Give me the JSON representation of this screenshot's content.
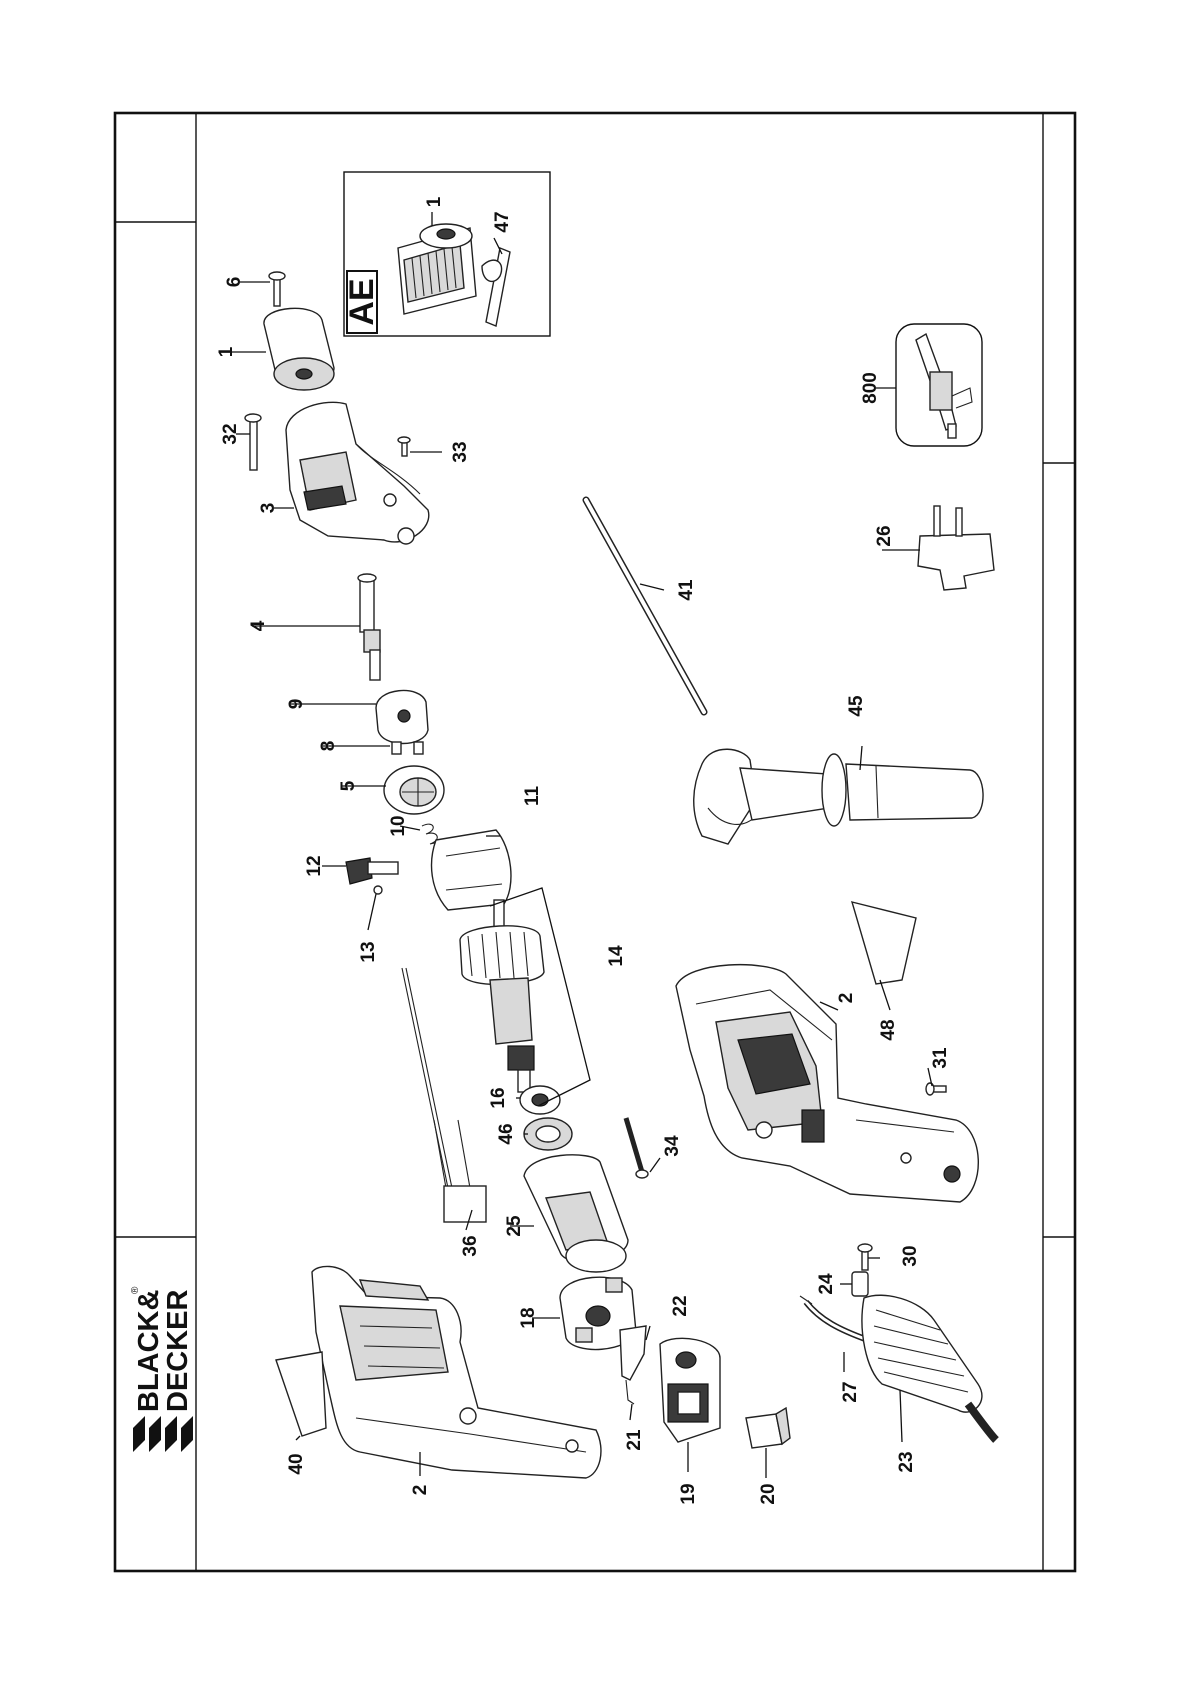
{
  "brand": {
    "line1": "BLACK&",
    "line2": "DECKER",
    "registered": "®"
  },
  "inset": {
    "tag": "AE"
  },
  "parts": [
    {
      "id": "p1",
      "label": "1"
    },
    {
      "id": "p6",
      "label": "6"
    },
    {
      "id": "p32",
      "label": "32"
    },
    {
      "id": "p3",
      "label": "3"
    },
    {
      "id": "p33",
      "label": "33"
    },
    {
      "id": "p4",
      "label": "4"
    },
    {
      "id": "p9",
      "label": "9"
    },
    {
      "id": "p8",
      "label": "8"
    },
    {
      "id": "p5",
      "label": "5"
    },
    {
      "id": "p10",
      "label": "10"
    },
    {
      "id": "p11",
      "label": "11"
    },
    {
      "id": "p12",
      "label": "12"
    },
    {
      "id": "p13",
      "label": "13"
    },
    {
      "id": "p14",
      "label": "14"
    },
    {
      "id": "p16",
      "label": "16"
    },
    {
      "id": "p46",
      "label": "46"
    },
    {
      "id": "p36",
      "label": "36"
    },
    {
      "id": "p25",
      "label": "25"
    },
    {
      "id": "p34",
      "label": "34"
    },
    {
      "id": "p2a",
      "label": "2"
    },
    {
      "id": "p48",
      "label": "48"
    },
    {
      "id": "p31",
      "label": "31"
    },
    {
      "id": "p41",
      "label": "41"
    },
    {
      "id": "p45",
      "label": "45"
    },
    {
      "id": "p26",
      "label": "26"
    },
    {
      "id": "p800",
      "label": "800"
    },
    {
      "id": "p18",
      "label": "18"
    },
    {
      "id": "p22",
      "label": "22"
    },
    {
      "id": "p21",
      "label": "21"
    },
    {
      "id": "p19",
      "label": "19"
    },
    {
      "id": "p20",
      "label": "20"
    },
    {
      "id": "p24",
      "label": "24"
    },
    {
      "id": "p30",
      "label": "30"
    },
    {
      "id": "p27",
      "label": "27"
    },
    {
      "id": "p23",
      "label": "23"
    },
    {
      "id": "p40",
      "label": "40"
    },
    {
      "id": "p2b",
      "label": "2"
    },
    {
      "id": "p1ae",
      "label": "1"
    },
    {
      "id": "p47",
      "label": "47"
    }
  ]
}
